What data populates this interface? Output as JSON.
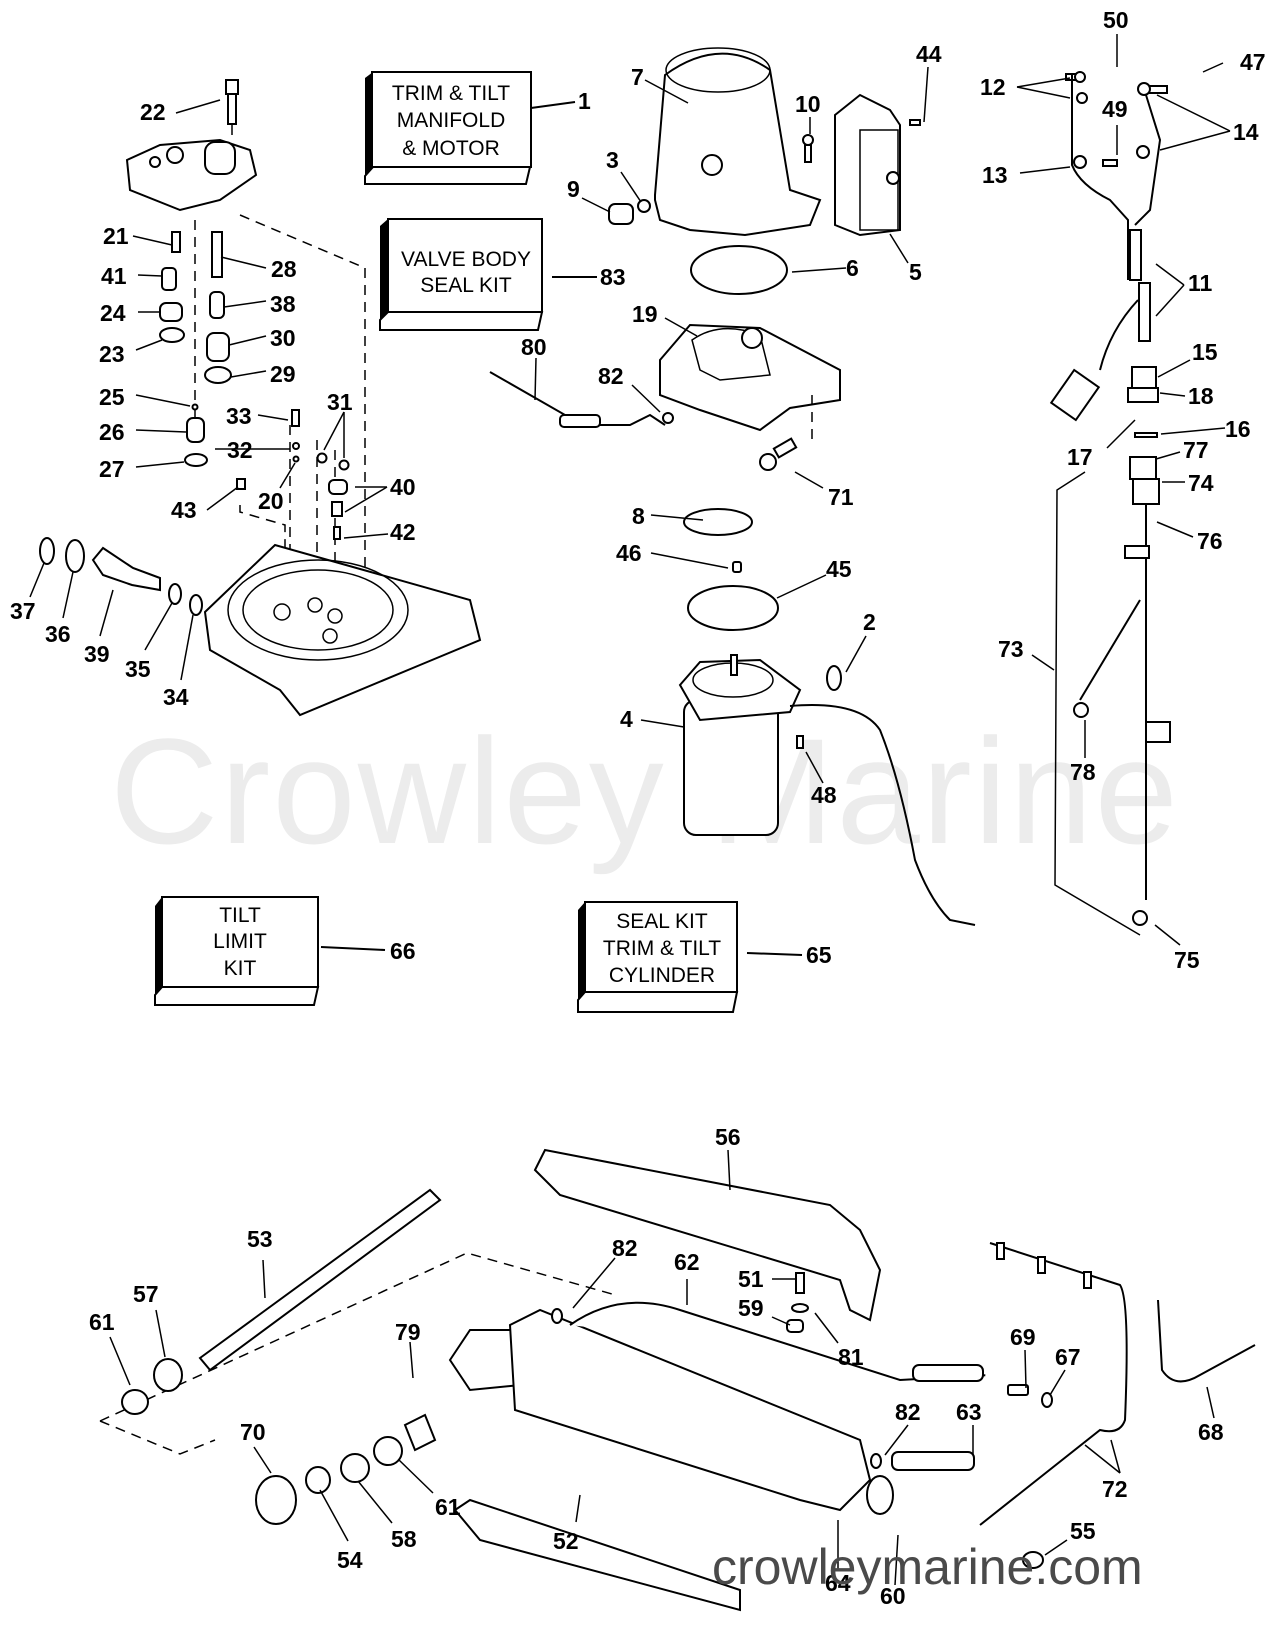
{
  "diagram": {
    "title": "Trim & Tilt Hydraulic Assembly Exploded Parts View",
    "watermark": "Crowley Marine",
    "footer_url": "crowleymarine.com",
    "kit_boxes": [
      {
        "id": "trim-tilt-manifold-motor",
        "lines": [
          "TRIM & TILT",
          "MANIFOLD",
          "& MOTOR"
        ],
        "callout": "1"
      },
      {
        "id": "valve-body-seal-kit",
        "lines": [
          "VALVE BODY",
          "SEAL KIT"
        ],
        "callout": "83"
      },
      {
        "id": "tilt-limit-kit",
        "lines": [
          "TILT",
          "LIMIT",
          "KIT"
        ],
        "callout": "66"
      },
      {
        "id": "seal-kit-trim-tilt-cylinder",
        "lines": [
          "SEAL KIT",
          "TRIM & TILT",
          "CYLINDER"
        ],
        "callout": "65"
      }
    ],
    "callouts": {
      "manifold_group": [
        "22",
        "21",
        "28",
        "41",
        "38",
        "24",
        "30",
        "23",
        "29",
        "25",
        "33",
        "31",
        "26",
        "32",
        "27",
        "20",
        "40",
        "43",
        "42",
        "37",
        "36",
        "39",
        "35",
        "34"
      ],
      "motor_group": [
        "7",
        "44",
        "10",
        "3",
        "9",
        "5",
        "6",
        "19",
        "82",
        "80",
        "71",
        "8",
        "46",
        "45",
        "2",
        "4",
        "48"
      ],
      "harness_group": [
        "50",
        "47",
        "12",
        "49",
        "14",
        "13",
        "11",
        "15",
        "18",
        "16",
        "17",
        "77",
        "74",
        "76",
        "73",
        "78",
        "75"
      ],
      "cylinder_group": [
        "56",
        "53",
        "82",
        "62",
        "51",
        "59",
        "81",
        "57",
        "61",
        "79",
        "69",
        "67",
        "68",
        "82",
        "63",
        "72",
        "70",
        "54",
        "58",
        "61",
        "52",
        "64",
        "60",
        "55"
      ]
    }
  }
}
